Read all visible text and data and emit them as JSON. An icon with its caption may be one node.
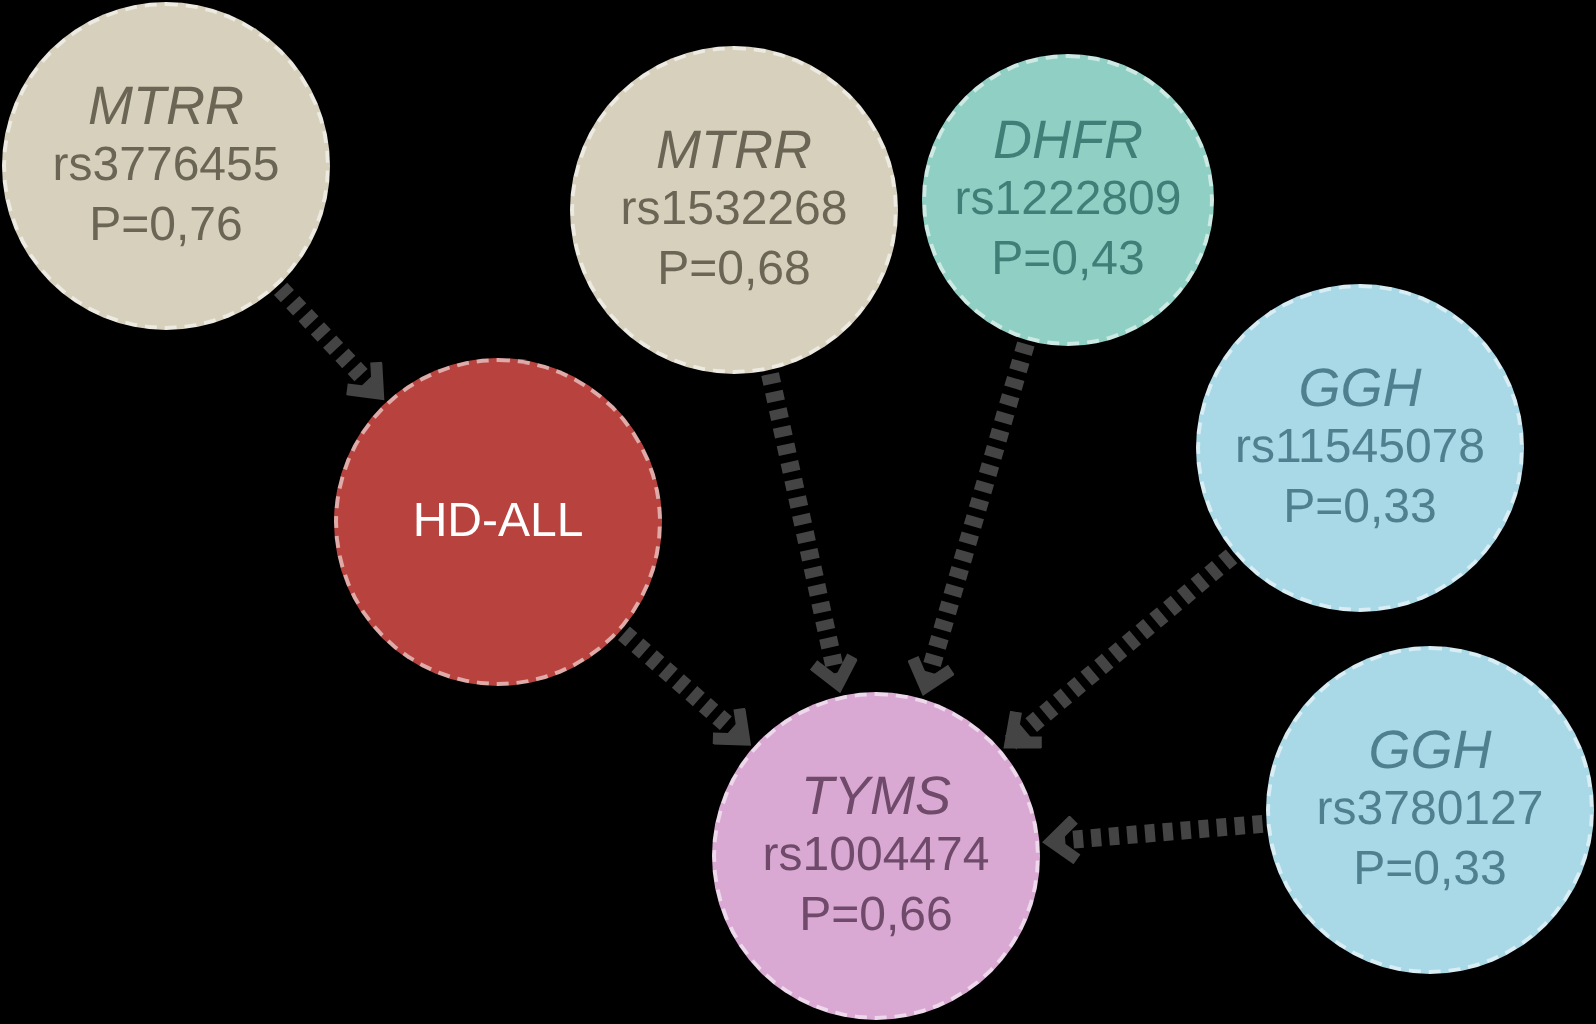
{
  "diagram": {
    "nodes": [
      {
        "text": [
          "MTRR",
          "rs3776455",
          "P=0,76"
        ]
      },
      {
        "text": [
          "HD-ALL"
        ]
      },
      {
        "text": [
          "MTRR",
          "rs1532268",
          "P=0,68"
        ]
      },
      {
        "text": [
          "DHFR",
          "rs1222809",
          "P=0,43"
        ]
      },
      {
        "text": [
          "GGH",
          "rs11545078",
          "P=0,33"
        ]
      },
      {
        "text": [
          "TYMS",
          "rs1004474",
          "P=0,66"
        ]
      },
      {
        "text": [
          "GGH",
          "rs3780127",
          "P=0,33"
        ]
      }
    ],
    "edges": [
      {
        "from": 0,
        "to": 1,
        "arrow": "to",
        "style": "dashed"
      },
      {
        "from": 1,
        "to": 5,
        "arrow": "to",
        "style": "dashed"
      },
      {
        "from": 2,
        "to": 5,
        "arrow": "to",
        "style": "dashed"
      },
      {
        "from": 3,
        "to": 5,
        "arrow": "to",
        "style": "dashed"
      },
      {
        "from": 4,
        "to": 5,
        "arrow": "to",
        "style": "dashed"
      },
      {
        "from": 6,
        "to": 5,
        "arrow": "to",
        "style": "dashed"
      }
    ]
  }
}
